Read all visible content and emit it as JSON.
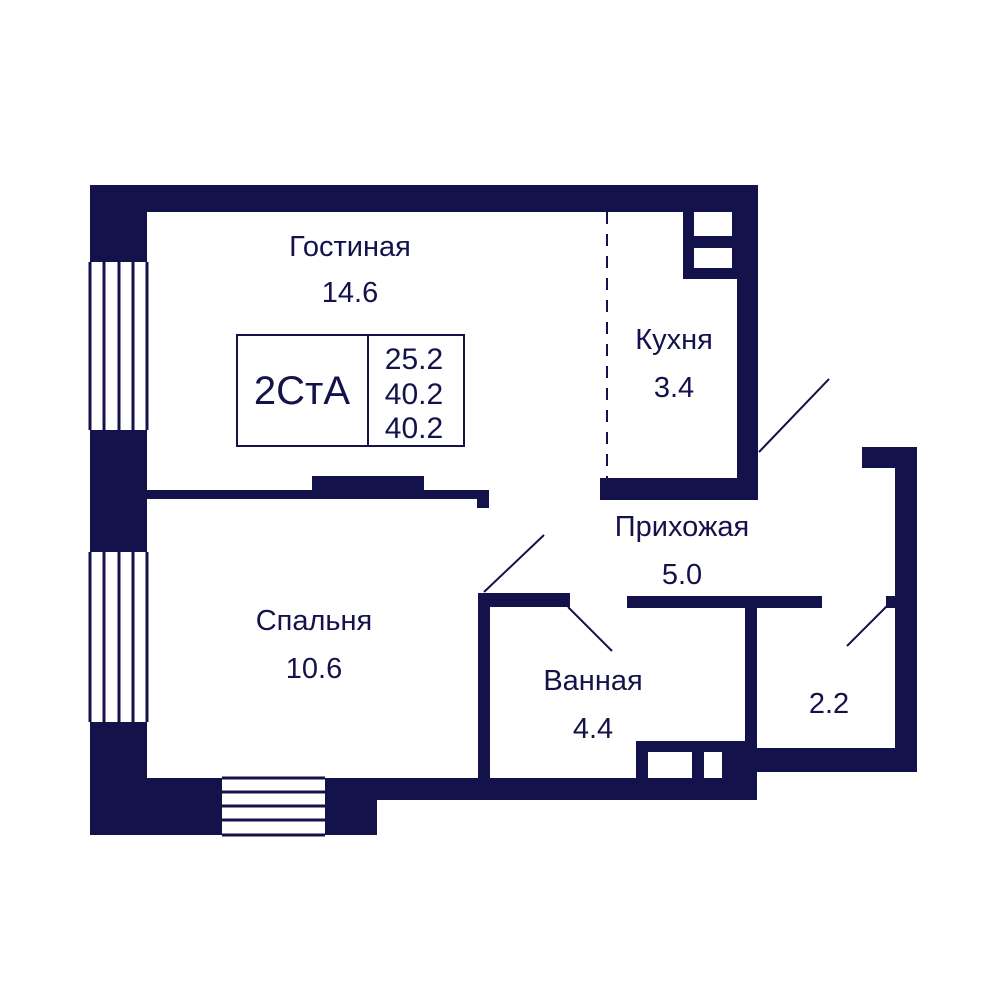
{
  "colors": {
    "wall": "#14124a",
    "background": "#ffffff"
  },
  "legend": {
    "code": "2СтА",
    "areas": [
      "25.2",
      "40.2",
      "40.2"
    ]
  },
  "rooms": {
    "living": {
      "name": "Гостиная",
      "area": "14.6"
    },
    "kitchen": {
      "name": "Кухня",
      "area": "3.4"
    },
    "hall": {
      "name": "Прихожая",
      "area": "5.0"
    },
    "bedroom": {
      "name": "Спальня",
      "area": "10.6"
    },
    "bathroom": {
      "name": "Ванная",
      "area": "4.4"
    },
    "storage": {
      "name": "",
      "area": "2.2"
    }
  }
}
